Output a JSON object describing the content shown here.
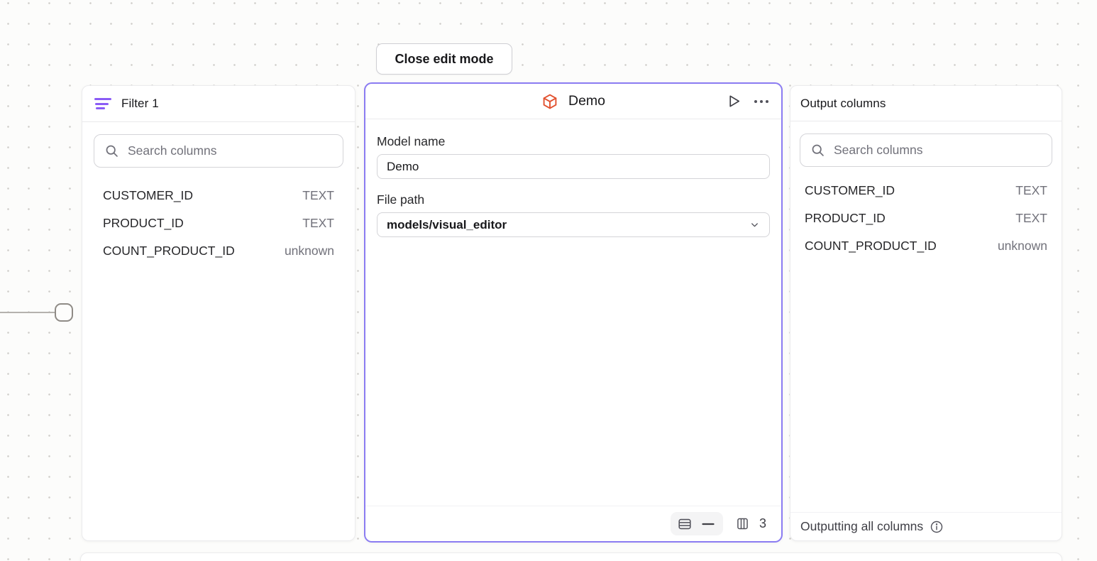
{
  "toolbar": {
    "close_button_label": "Close edit mode"
  },
  "colors": {
    "selection_purple": "#8b7cf2",
    "filter_icon_purple": "#8b5cf6",
    "model_icon_orange": "#e2512f",
    "canvas_dot": "#cfcdca"
  },
  "filter_panel": {
    "title": "Filter 1",
    "search_placeholder": "Search columns",
    "columns": [
      {
        "name": "CUSTOMER_ID",
        "type": "TEXT"
      },
      {
        "name": "PRODUCT_ID",
        "type": "TEXT"
      },
      {
        "name": "COUNT_PRODUCT_ID",
        "type": "unknown"
      }
    ]
  },
  "model_panel": {
    "title": "Demo",
    "fields": {
      "model_name_label": "Model name",
      "model_name_value": "Demo",
      "file_path_label": "File path",
      "file_path_value": "models/visual_editor"
    },
    "footer": {
      "column_count": "3"
    }
  },
  "output_panel": {
    "title": "Output columns",
    "search_placeholder": "Search columns",
    "columns": [
      {
        "name": "CUSTOMER_ID",
        "type": "TEXT"
      },
      {
        "name": "PRODUCT_ID",
        "type": "TEXT"
      },
      {
        "name": "COUNT_PRODUCT_ID",
        "type": "unknown"
      }
    ],
    "footer_text": "Outputting all columns"
  }
}
